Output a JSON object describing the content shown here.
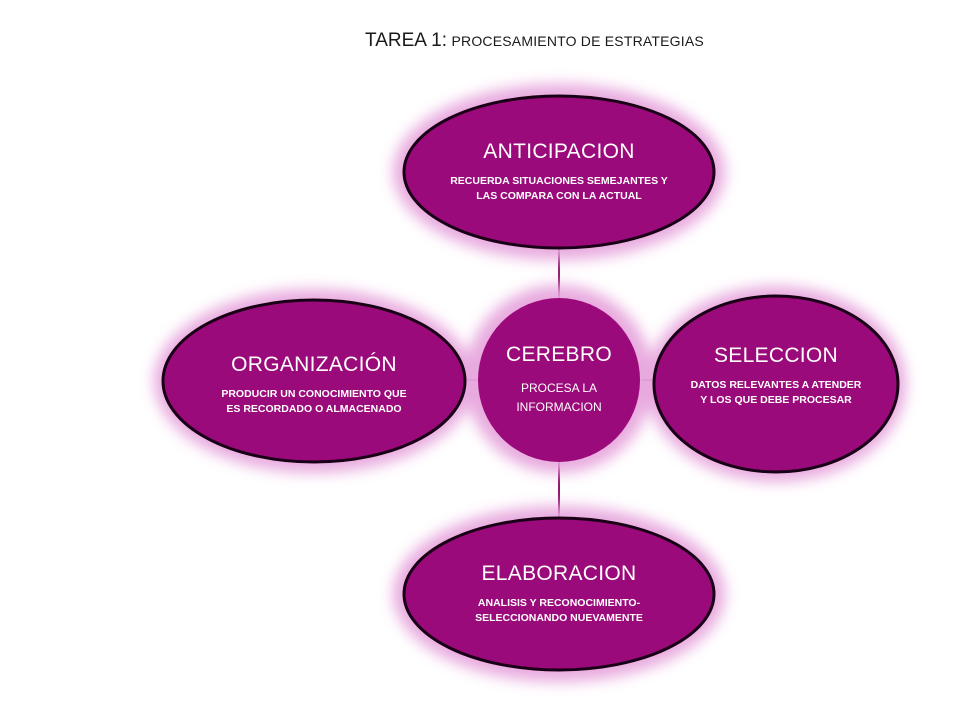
{
  "title": {
    "main": "TAREA 1:",
    "sub": "PROCESAMIENTO DE ESTRATEGIAS"
  },
  "colors": {
    "node_fill": "#9b0a7a",
    "node_stroke": "#1a0016",
    "glow": "#e7a6dd",
    "connector": "#8f1a70",
    "text": "#ffffff"
  },
  "center": {
    "heading": "CEREBRO",
    "desc": "PROCESA LA INFORMACION"
  },
  "nodes": {
    "anticipacion": {
      "heading": "ANTICIPACION",
      "desc": "RECUERDA SITUACIONES SEMEJANTES Y LAS COMPARA CON LA ACTUAL"
    },
    "seleccion": {
      "heading": "SELECCION",
      "desc": "DATOS RELEVANTES A ATENDER Y LOS QUE DEBE PROCESAR"
    },
    "organizacion": {
      "heading": "ORGANIZACIÓN",
      "desc": "PRODUCIR UN CONOCIMIENTO QUE  ES RECORDADO O ALMACENADO"
    },
    "elaboracion": {
      "heading": "ELABORACION",
      "desc": "ANALISIS Y RECONOCIMIENTO- SELECCIONANDO NUEVAMENTE"
    }
  }
}
